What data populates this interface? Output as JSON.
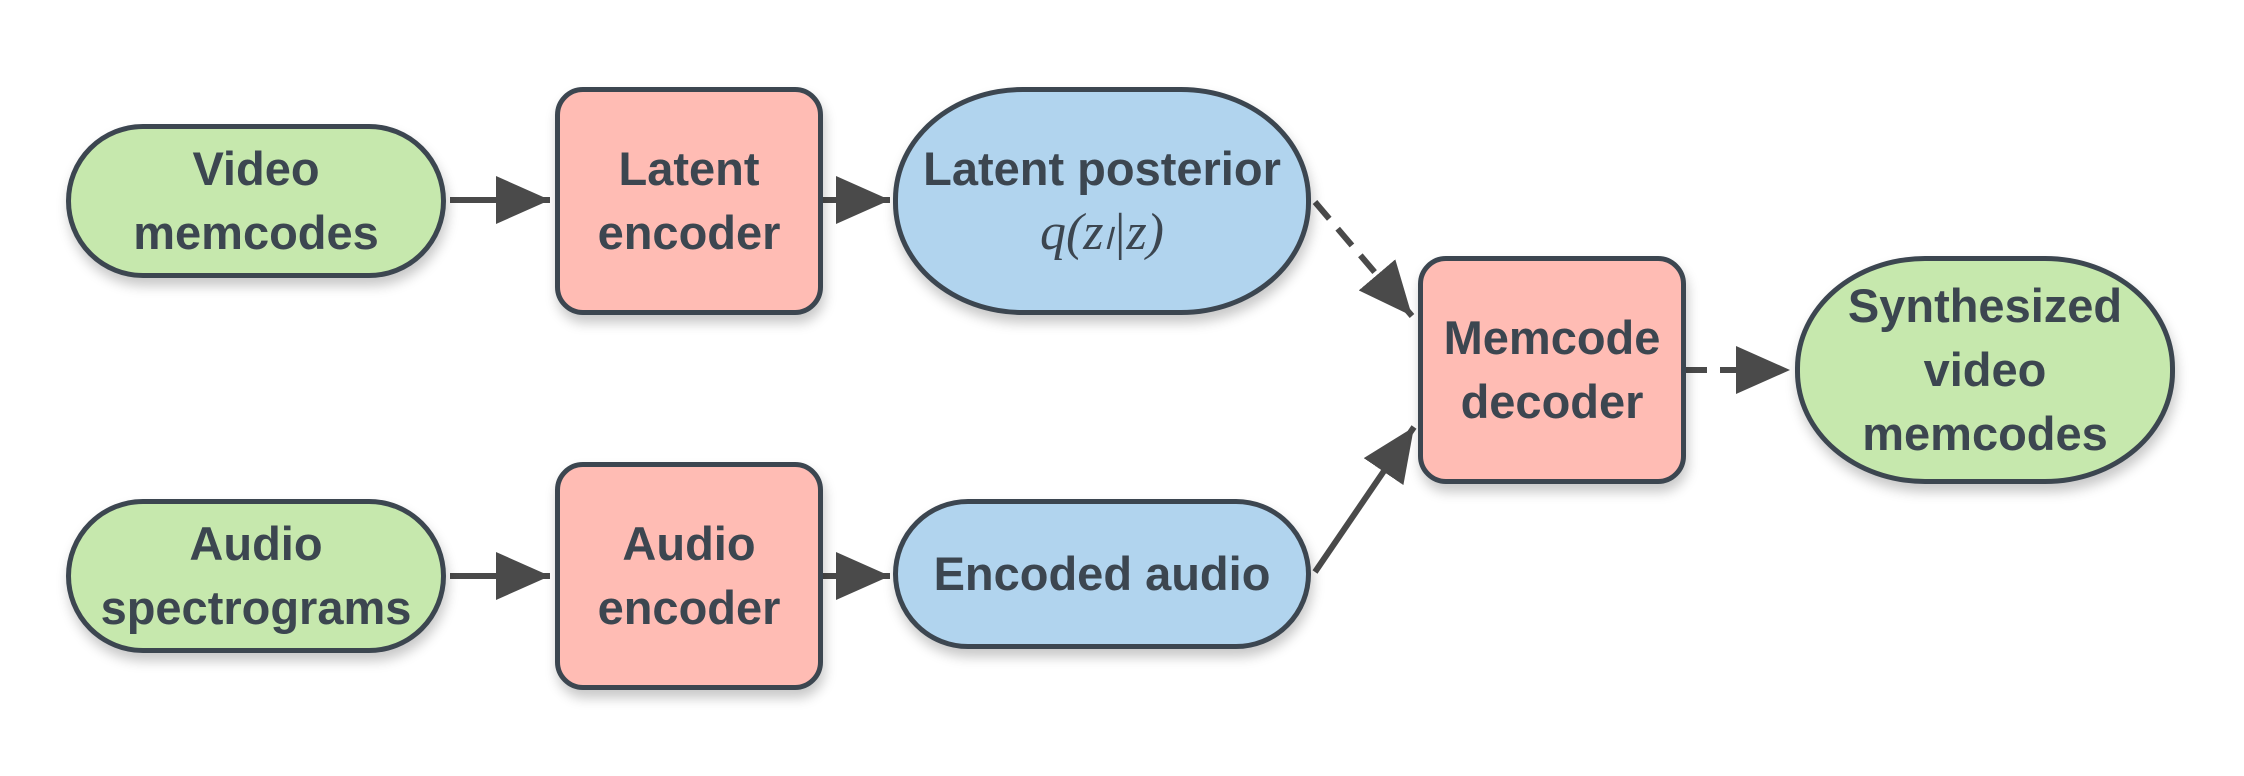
{
  "nodes": {
    "video_memcodes": {
      "lines": [
        "Video",
        "memcodes"
      ]
    },
    "latent_encoder": {
      "lines": [
        "Latent",
        "encoder"
      ]
    },
    "latent_posterior": {
      "lines": [
        "Latent posterior"
      ],
      "formula": "q(zₗ|z)"
    },
    "memcode_decoder": {
      "lines": [
        "Memcode",
        "decoder"
      ]
    },
    "synthesized_video_memcodes": {
      "lines": [
        "Synthesized",
        "video",
        "memcodes"
      ]
    },
    "audio_spectrograms": {
      "lines": [
        "Audio",
        "spectrograms"
      ]
    },
    "audio_encoder": {
      "lines": [
        "Audio",
        "encoder"
      ]
    },
    "encoded_audio": {
      "lines": [
        "Encoded audio"
      ]
    }
  },
  "colors": {
    "input_output": "#c6e8ad",
    "encoder_decoder": "#ffbcb4",
    "representation": "#b1d4ee",
    "stroke": "#3c4650",
    "arrow": "#4a4a4a"
  }
}
